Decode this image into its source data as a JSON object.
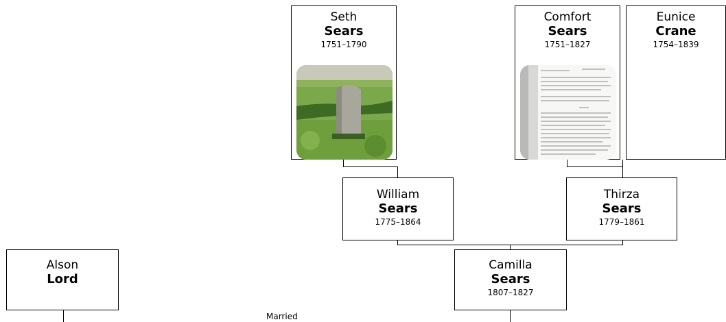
{
  "tree": {
    "seth": {
      "given": "Seth",
      "surname": "Sears",
      "years": "1751–1790",
      "photo": "gravestone-photo"
    },
    "comfort": {
      "given": "Comfort",
      "surname": "Sears",
      "years": "1751–1827",
      "photo": "document-page-photo"
    },
    "eunice": {
      "given": "Eunice",
      "surname": "Crane",
      "years": "1754–1839"
    },
    "william": {
      "given": "William",
      "surname": "Sears",
      "years": "1775–1864"
    },
    "thirza": {
      "given": "Thirza",
      "surname": "Sears",
      "years": "1779–1861"
    },
    "camilla": {
      "given": "Camilla",
      "surname": "Sears",
      "years": "1807–1827"
    },
    "alson": {
      "given": "Alson",
      "surname": "Lord"
    }
  },
  "labels": {
    "married": "Married"
  },
  "colors": {
    "border": "#000000",
    "grass": "#5f9a2f",
    "stone": "#9a9a8e",
    "paper": "#f4f4f2"
  }
}
